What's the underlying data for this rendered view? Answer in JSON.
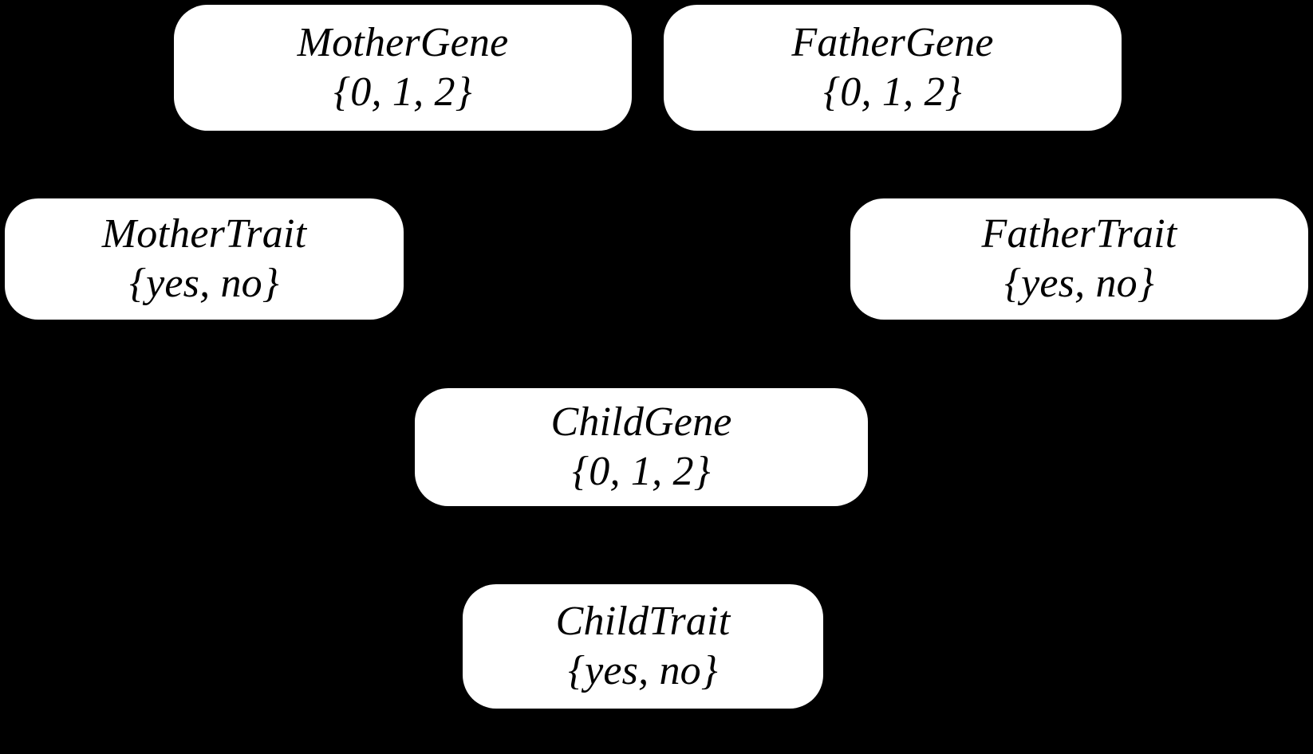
{
  "diagram": {
    "background_color": "#000000",
    "node_fill_color": "#ffffff",
    "node_text_color": "#000000",
    "nodes": [
      {
        "id": "mother-gene",
        "title": "MotherGene",
        "domain": "{0, 1, 2}"
      },
      {
        "id": "father-gene",
        "title": "FatherGene",
        "domain": "{0, 1, 2}"
      },
      {
        "id": "mother-trait",
        "title": "MotherTrait",
        "domain": "{yes, no}"
      },
      {
        "id": "father-trait",
        "title": "FatherTrait",
        "domain": "{yes, no}"
      },
      {
        "id": "child-gene",
        "title": "ChildGene",
        "domain": "{0, 1, 2}"
      },
      {
        "id": "child-trait",
        "title": "ChildTrait",
        "domain": "{yes, no}"
      }
    ]
  }
}
